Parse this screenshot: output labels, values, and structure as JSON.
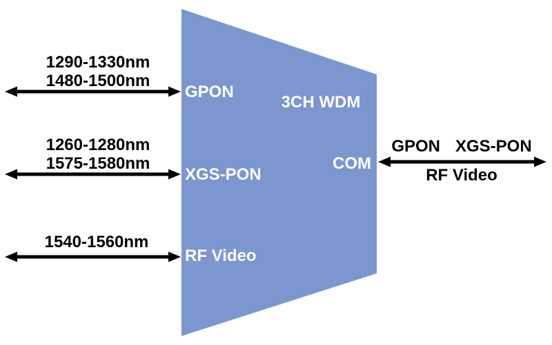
{
  "device": {
    "label": "3CH WDM",
    "fill_color": "#7c96d0",
    "label_color": "#ffffff"
  },
  "inputs": [
    {
      "port_label": "GPON",
      "wavelengths": [
        "1290-1330nm",
        "1480-1500nm"
      ]
    },
    {
      "port_label": "XGS-PON",
      "wavelengths": [
        "1260-1280nm",
        "1575-1580nm"
      ]
    },
    {
      "port_label": "RF Video",
      "wavelengths": [
        "1540-1560nm"
      ]
    }
  ],
  "output": {
    "port_label": "COM",
    "signals_top": [
      "GPON",
      "XGS-PON"
    ],
    "signal_bottom": "RF Video"
  },
  "colors": {
    "arrow": "#000000",
    "text": "#000000",
    "background": "#ffffff"
  }
}
